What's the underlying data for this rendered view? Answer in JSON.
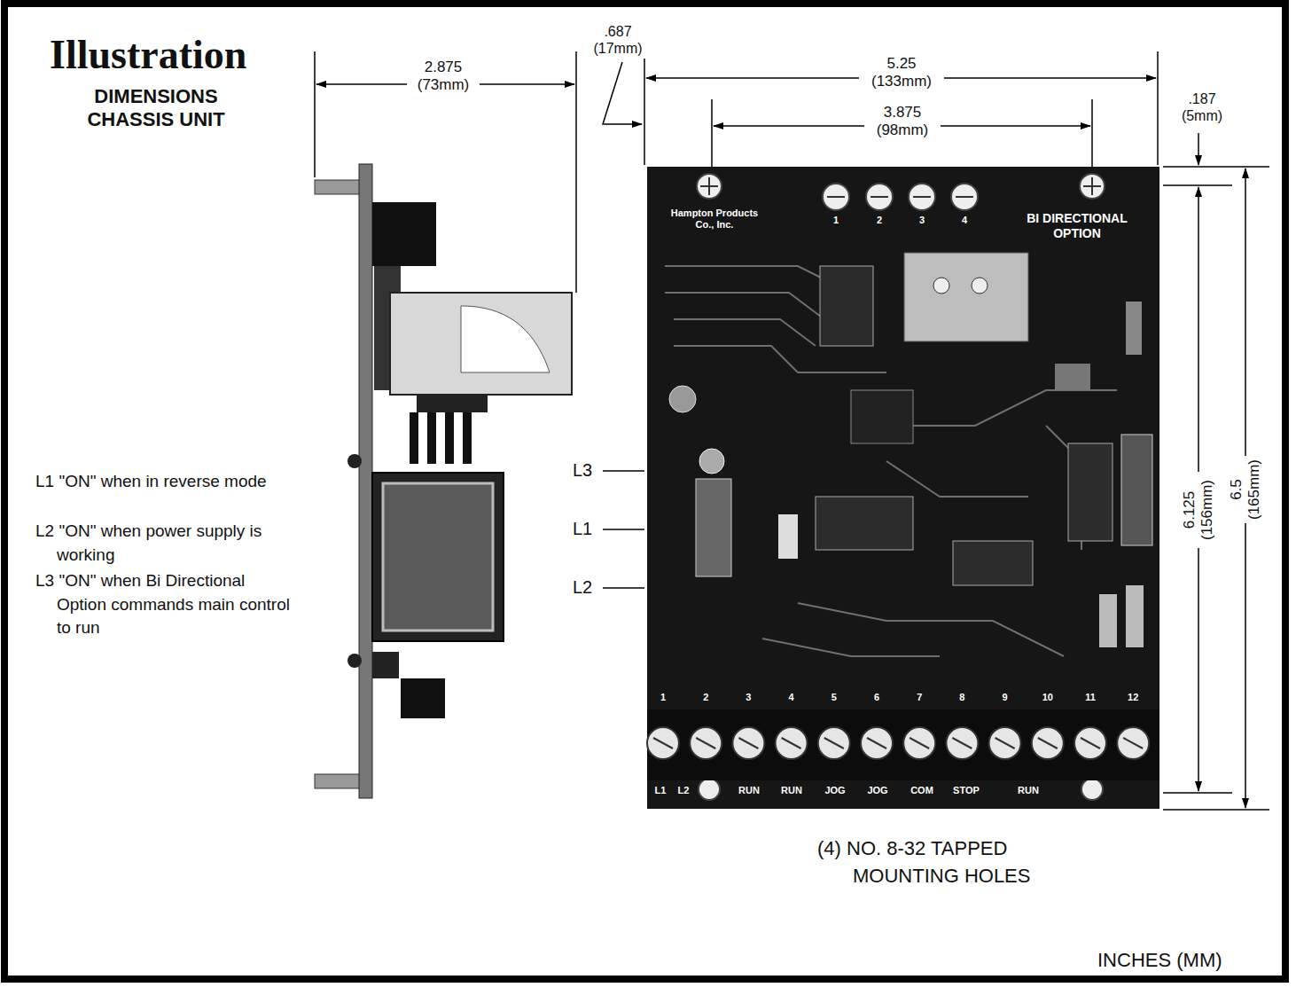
{
  "diagram": {
    "title": "Illustration",
    "labels": [
      "DIMENSIONS CHASSIS UNIT",
      "2.875 (73mm)",
      ".687 (17mm)",
      "5.25 (133mm)",
      "3.875 (98mm)",
      ".187 (5mm)",
      "6.125 (156mm)",
      "6.5 (165mm)",
      "L1 \"ON\" when in reverse mode",
      "L2 \"ON\" when power supply is working",
      "L3 \"ON\" when Bi Directional Option commands main control to run",
      "L3",
      "L1",
      "L2",
      "(4) NO. 8-32 TAPPED MOUNTING HOLES",
      "INCHES (MM)",
      "Hampton Products Co., Inc.",
      "BI DIRECTIONAL OPTION",
      "1",
      "2",
      "3",
      "4",
      "1",
      "2",
      "3",
      "4",
      "5",
      "6",
      "7",
      "8",
      "9",
      "10",
      "11",
      "12",
      "L1",
      "L2",
      "RUN",
      "RUN",
      "JOG",
      "JOG",
      "COM",
      "STOP",
      "RUN"
    ]
  }
}
